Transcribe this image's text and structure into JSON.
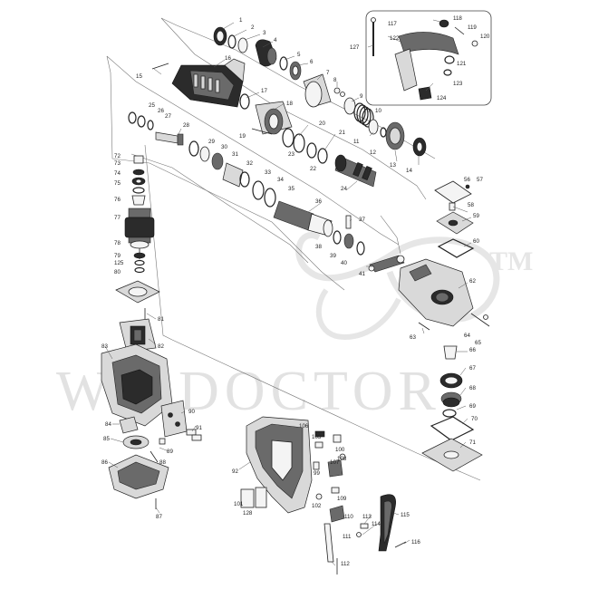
{
  "watermark": {
    "text": "WILDOCTOR",
    "mark": "TM"
  },
  "parts": [
    "1",
    "2",
    "3",
    "4",
    "5",
    "6",
    "7",
    "8",
    "9",
    "10",
    "11",
    "12",
    "13",
    "14",
    "15",
    "16",
    "17",
    "18",
    "19",
    "20",
    "21",
    "22",
    "23",
    "24",
    "25",
    "26",
    "27",
    "28",
    "29",
    "30",
    "31",
    "32",
    "33",
    "34",
    "35",
    "36",
    "37",
    "38",
    "39",
    "40",
    "41",
    "56",
    "57",
    "58",
    "59",
    "60",
    "62",
    "63",
    "64",
    "65",
    "66",
    "67",
    "68",
    "69",
    "70",
    "71",
    "72",
    "73",
    "74",
    "75",
    "76",
    "77",
    "78",
    "79",
    "80",
    "81",
    "82",
    "83",
    "84",
    "85",
    "86",
    "87",
    "88",
    "89",
    "90",
    "91",
    "92",
    "99",
    "100",
    "101",
    "102",
    "103",
    "106",
    "107",
    "108",
    "109",
    "110",
    "111",
    "112",
    "113",
    "114",
    "115",
    "116",
    "117",
    "118",
    "119",
    "120",
    "121",
    "122",
    "123",
    "124",
    "125",
    "127",
    "128"
  ],
  "inset_labels": [
    "117",
    "118",
    "119",
    "120",
    "121",
    "122",
    "123",
    "124",
    "127"
  ]
}
